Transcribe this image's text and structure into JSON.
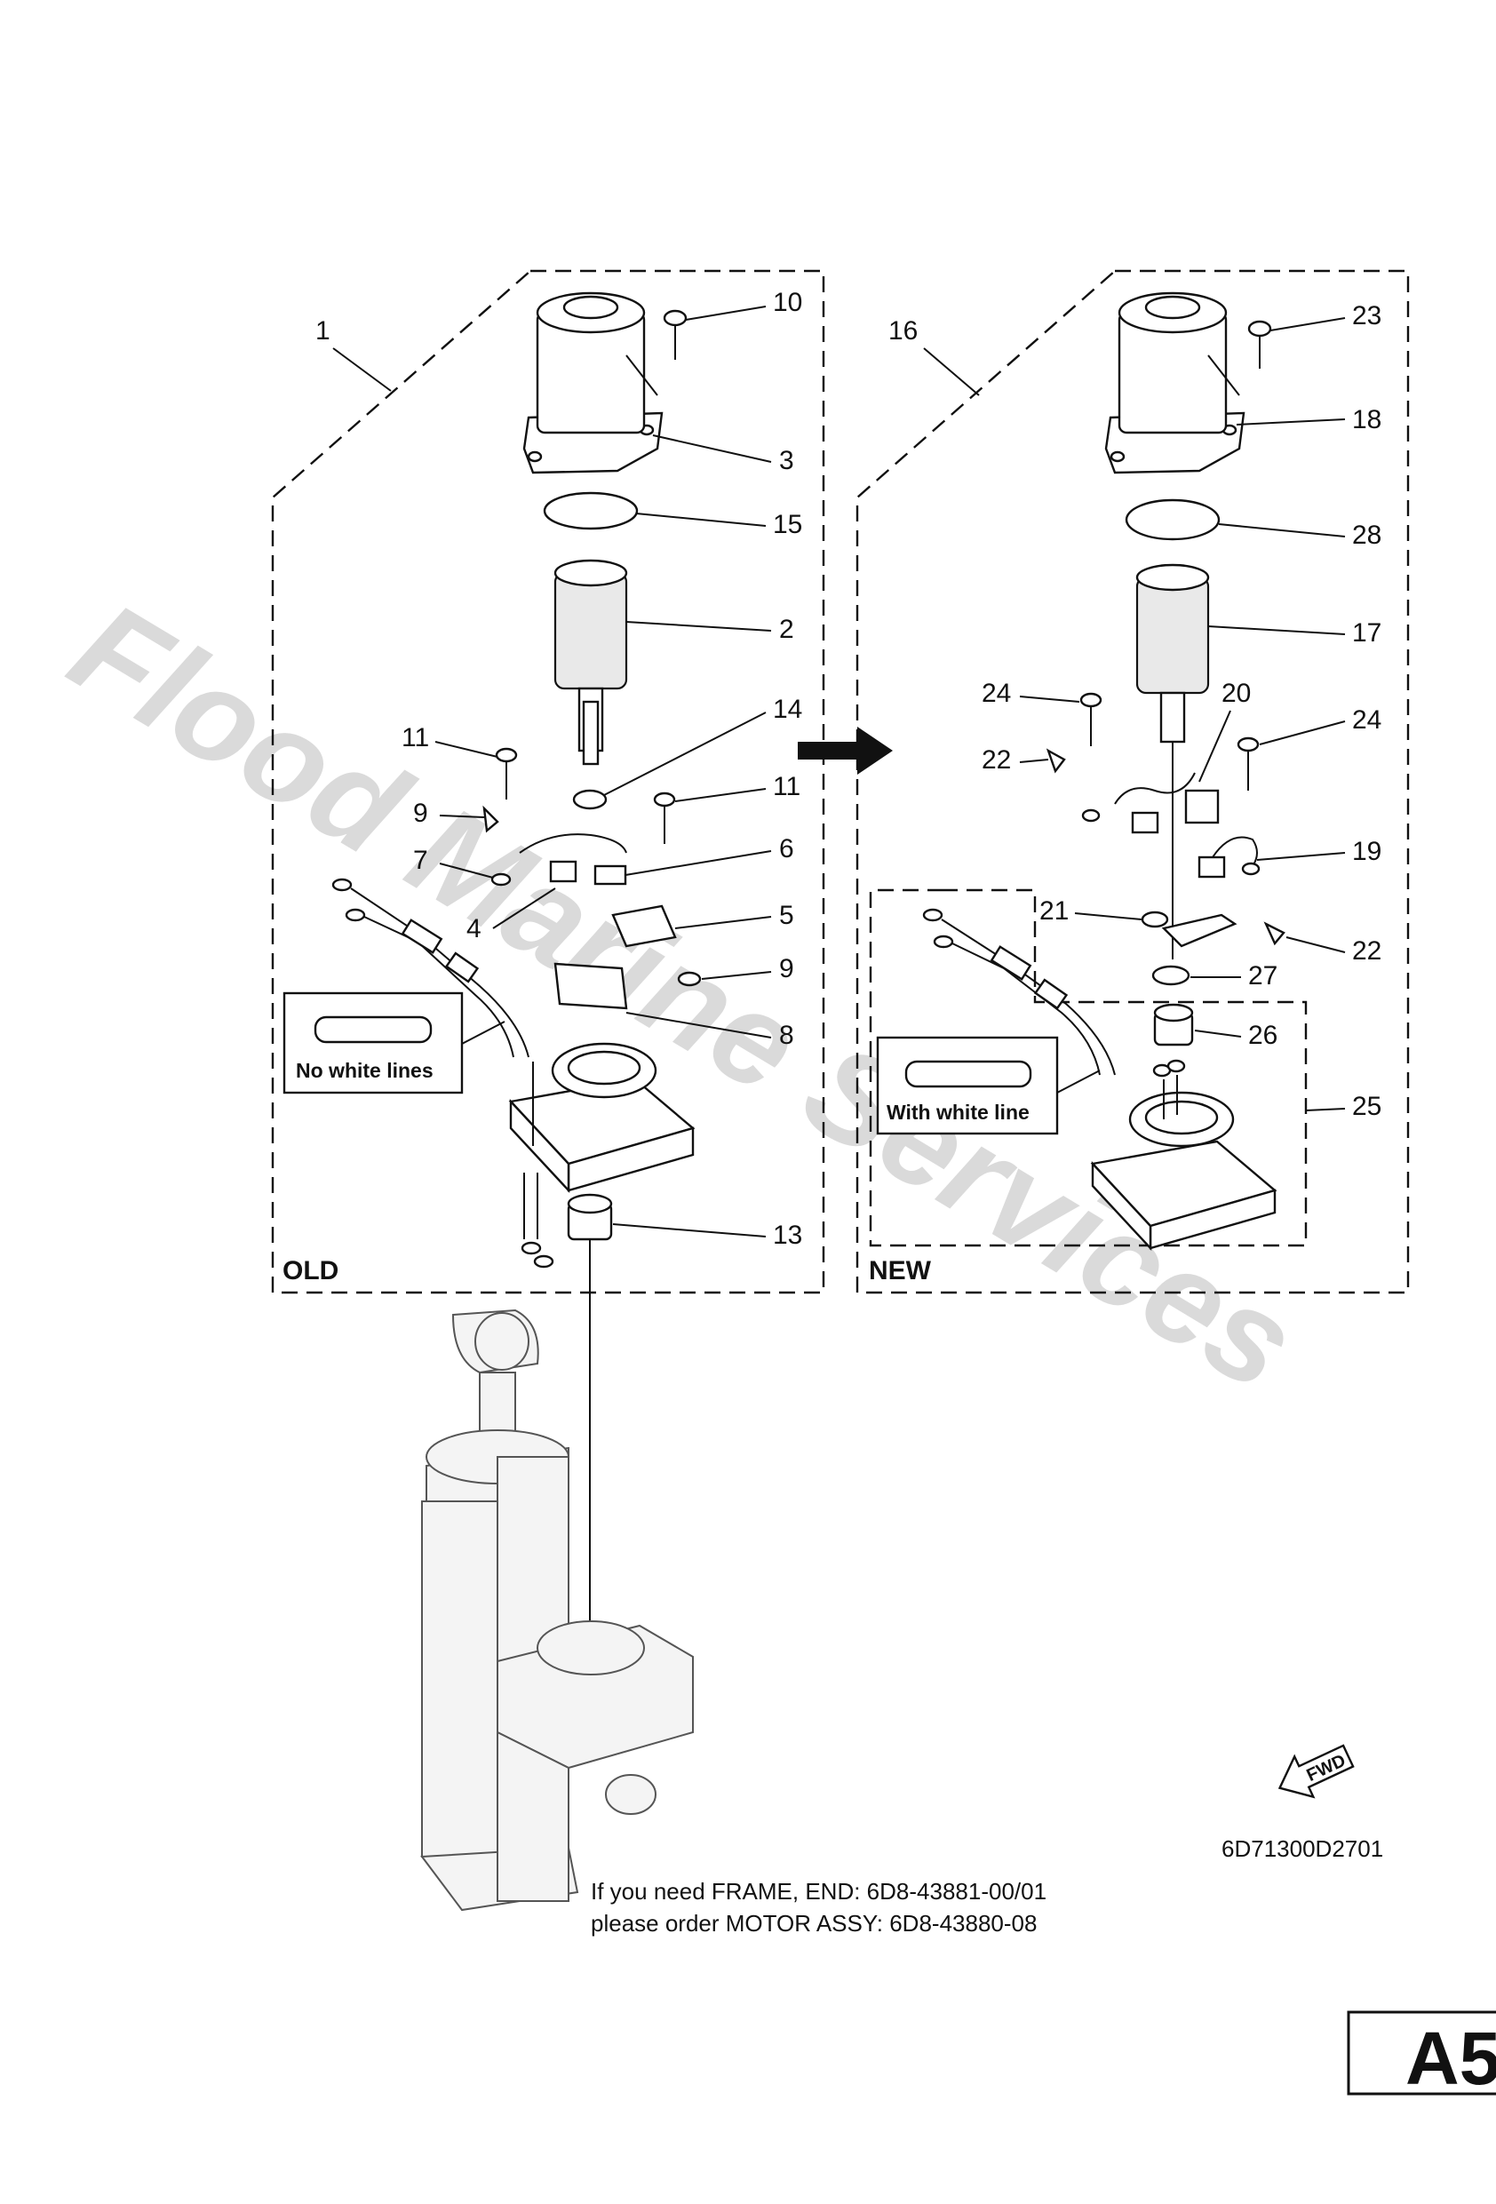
{
  "panels": {
    "old": {
      "label": "OLD",
      "group_number": "1"
    },
    "new": {
      "label": "NEW",
      "group_number": "16"
    },
    "new_inner_group_number": "25"
  },
  "callouts": {
    "old": [
      "10",
      "3",
      "15",
      "2",
      "14",
      "11",
      "11",
      "9",
      "7",
      "6",
      "4",
      "5",
      "9",
      "8",
      "13"
    ],
    "new": [
      "23",
      "18",
      "28",
      "17",
      "24",
      "20",
      "24",
      "22",
      "19",
      "21",
      "22",
      "27",
      "26"
    ]
  },
  "legends": {
    "old_cable": "No white lines",
    "new_cable": "With white line"
  },
  "drawing_code": "6D71300D2701",
  "fwd_label": "FWD",
  "note": {
    "line1": "If you need FRAME, END: 6D8-43881-00/01",
    "line2": "please order MOTOR ASSY: 6D8-43880-08"
  },
  "page_tag": "A5",
  "watermark": "Flood Marine Services",
  "colors": {
    "ink": "#111111",
    "watermark": "#bdbdbd",
    "background": "#ffffff"
  }
}
